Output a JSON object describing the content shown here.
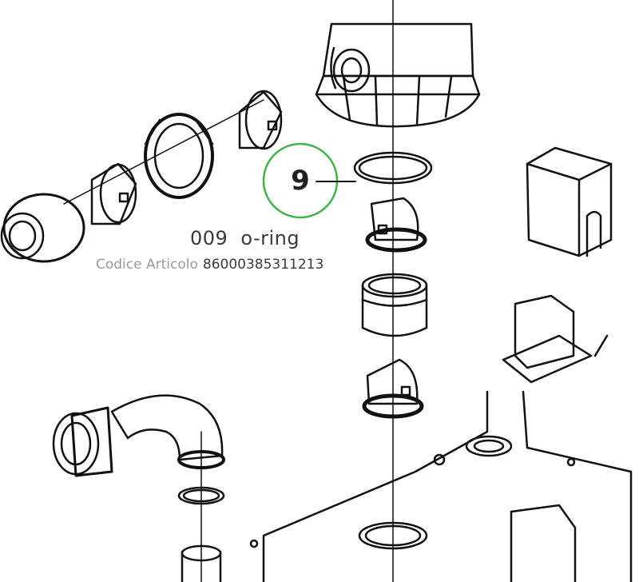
{
  "callout": {
    "number": "9",
    "ring_color": "#3bb54a"
  },
  "part": {
    "code": "009",
    "name": "o-ring",
    "article_label": "Codice Articolo",
    "article_number": "86000385311213"
  }
}
